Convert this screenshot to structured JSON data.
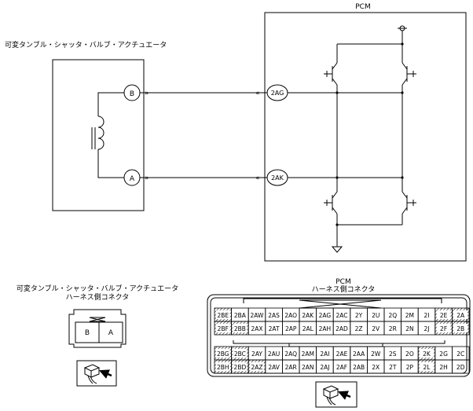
{
  "pcm_title": "PCM",
  "actuator_title": "可変タンブル・シャッタ・バルブ・アクチュエータ",
  "pin_b": "B",
  "pin_a": "A",
  "pin_2ag": "2AG",
  "pin_2ak": "2AK",
  "actuator_connector_title_1": "可変タンブル・シャッタ・バルブ・アクチュエータ",
  "actuator_connector_title_2": "ハーネス側コネクタ",
  "actuator_connector_pins": [
    "B",
    "A"
  ],
  "pcm_connector_title_1": "PCM",
  "pcm_connector_title_2": "ハーネス側コネクタ",
  "pcm_rows": [
    [
      "2BE",
      "2BA",
      "2AW",
      "2AS",
      "2AO",
      "2AK",
      "2AG",
      "2AC",
      "2Y",
      "2U",
      "2Q",
      "2M",
      "2I",
      "2E",
      "2A"
    ],
    [
      "2BF",
      "2BB",
      "2AX",
      "2AT",
      "2AP",
      "2AL",
      "2AH",
      "2AD",
      "2Z",
      "2V",
      "2R",
      "2N",
      "2J",
      "2F",
      "2B"
    ],
    [
      "2BG",
      "2BC",
      "2AY",
      "2AU",
      "2AQ",
      "2AM",
      "2AI",
      "2AE",
      "2AA",
      "2W",
      "2S",
      "2O",
      "2K",
      "2G",
      "2C"
    ],
    [
      "2BH",
      "2BD",
      "2AZ",
      "2AV",
      "2AR",
      "2AN",
      "2AJ",
      "2AF",
      "2AB",
      "2X",
      "2T",
      "2P",
      "2L",
      "2H",
      "2D"
    ]
  ],
  "hatched_pins": [
    "2BE",
    "2BF",
    "2BB",
    "2BG",
    "2BC",
    "2BH",
    "2BD",
    "2AZ",
    "2E",
    "2A",
    "2F",
    "2B",
    "2K",
    "2L"
  ]
}
